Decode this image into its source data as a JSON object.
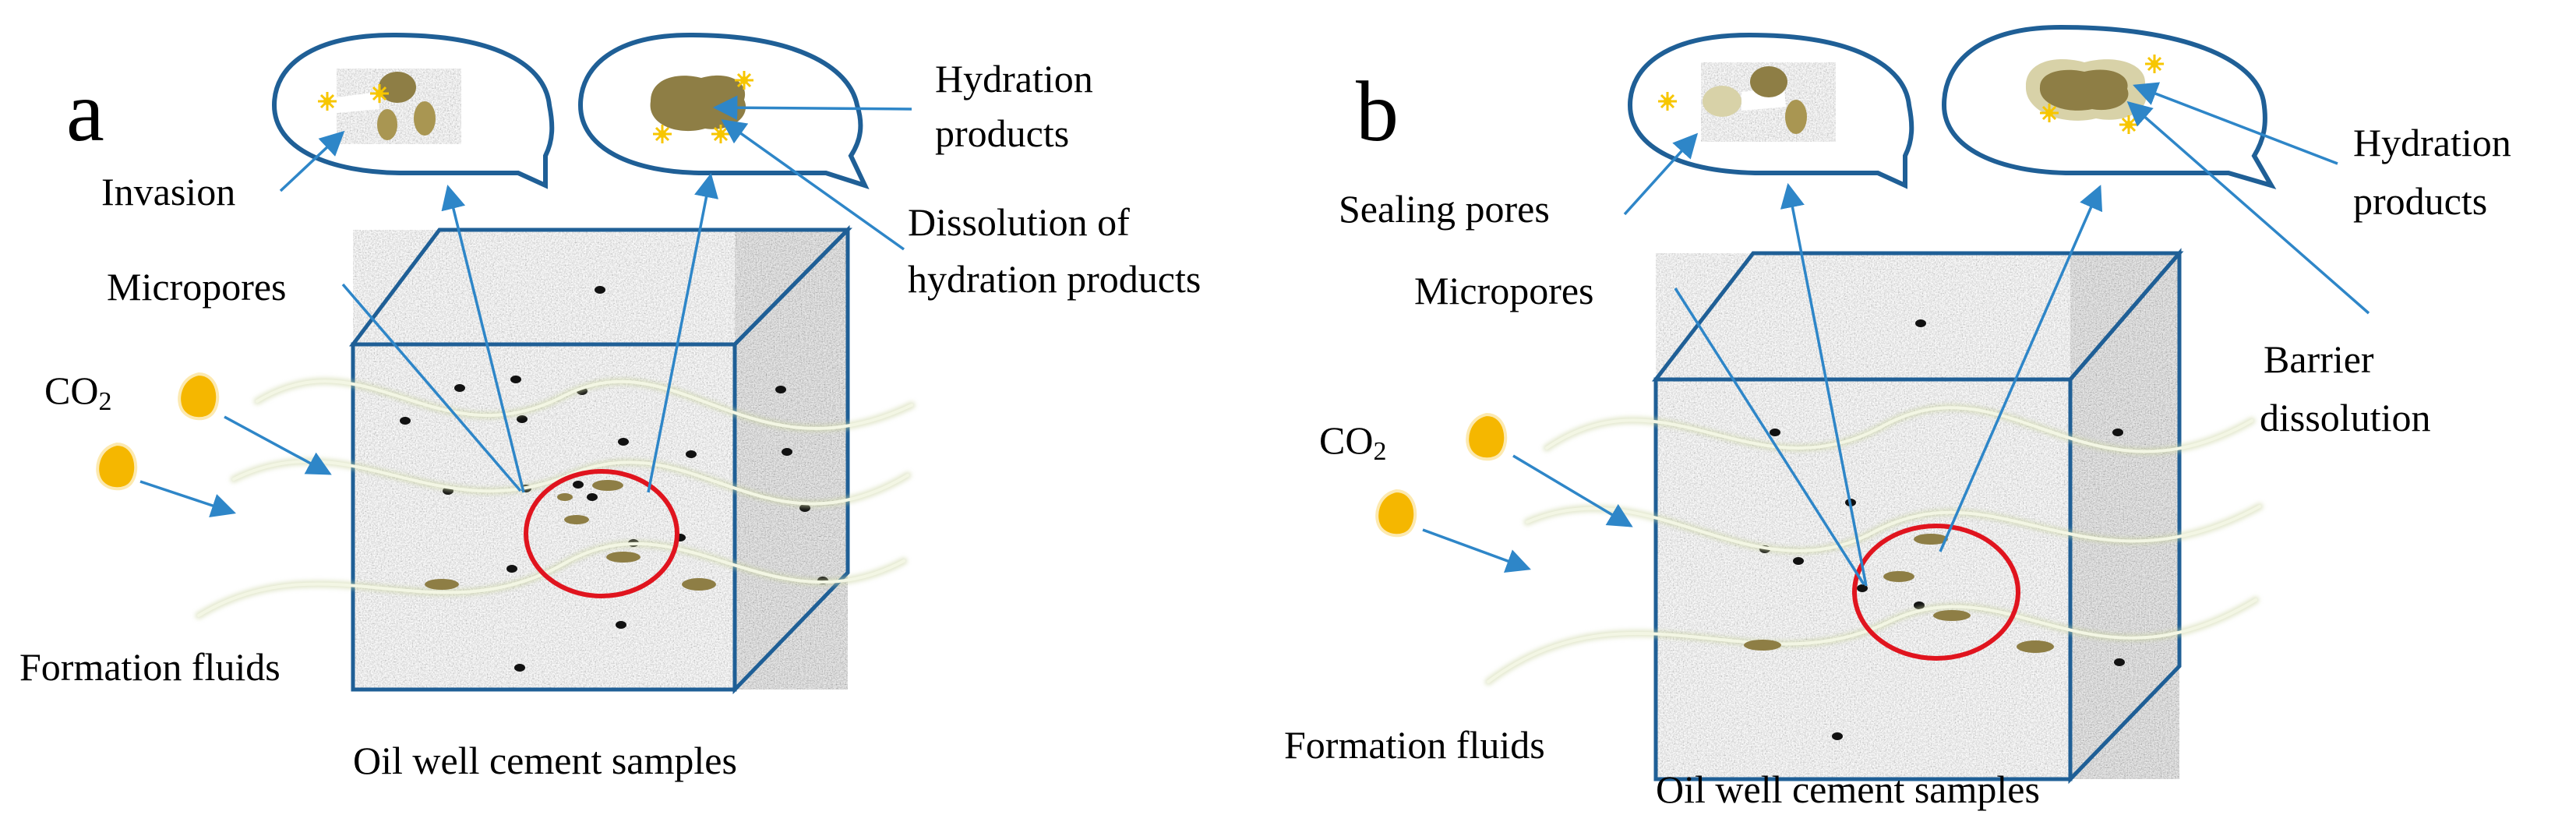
{
  "colors": {
    "arrow": "#2E86C8",
    "box_edge": "#1F5F96",
    "bubble_edge": "#1F5F96",
    "pore": "#111111",
    "fluid_line": "#EEF2DC",
    "fluid_glow": "#C9D2A0",
    "co2_drop": "#F5B700",
    "product": "#8E7E45",
    "product_light": "#A99652",
    "sealing": "#D8D2A8",
    "focus_circle": "#E0141E",
    "spark": "#F7C600"
  },
  "panels": [
    {
      "letter": "a",
      "labels": {
        "invasion": "Invasion",
        "micropores": "Micropores",
        "co2_prefix": "CO",
        "co2_sub": "2",
        "formation_fluids": "Formation fluids",
        "hydration_products_1": "Hydration",
        "hydration_products_2": "products",
        "dissolution_1": "Dissolution of",
        "dissolution_2": "hydration products",
        "caption": "Oil well cement samples"
      }
    },
    {
      "letter": "b",
      "labels": {
        "sealing_pores": "Sealing pores",
        "micropores": "Micropores",
        "co2_prefix": "CO",
        "co2_sub": "2",
        "formation_fluids": "Formation fluids",
        "hydration_products_1": "Hydration",
        "hydration_products_2": "products",
        "barrier_1": "Barrier",
        "barrier_2": "dissolution",
        "caption": "Oil well cement samples"
      }
    }
  ]
}
